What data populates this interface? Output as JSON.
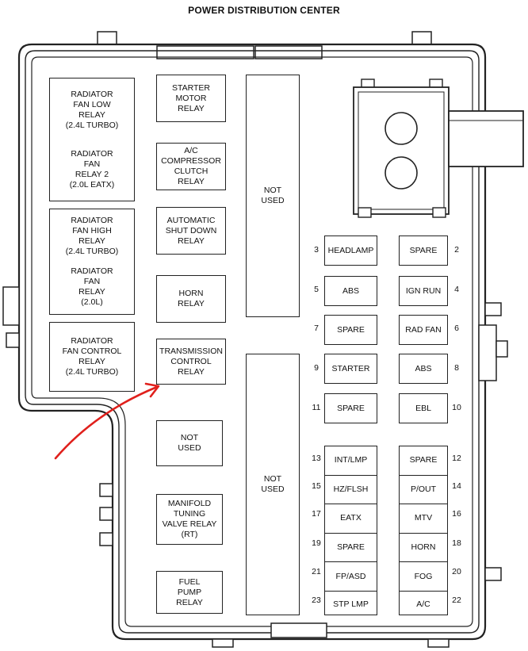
{
  "title": "POWER DISTRIBUTION CENTER",
  "relays_col1": [
    {
      "top": "RADIATOR\nFAN LOW\nRELAY\n(2.4L TURBO)",
      "bottom": "RADIATOR\nFAN\nRELAY 2\n(2.0L EATX)"
    },
    {
      "top": "RADIATOR\nFAN HIGH\nRELAY\n(2.4L TURBO)",
      "bottom": "RADIATOR\nFAN\nRELAY\n(2.0L)"
    },
    {
      "single": "RADIATOR\nFAN CONTROL\nRELAY\n(2.4L TURBO)"
    }
  ],
  "relays_col2": [
    "STARTER\nMOTOR\nRELAY",
    "A/C\nCOMPRESSOR\nCLUTCH\nRELAY",
    "AUTOMATIC\nSHUT DOWN\nRELAY",
    "HORN\nRELAY",
    "TRANSMISSION\nCONTROL\nRELAY",
    "NOT\nUSED",
    "MANIFOLD\nTUNING\nVALVE RELAY\n(RT)",
    "FUEL\nPUMP\nRELAY"
  ],
  "not_used_large": [
    "NOT\nUSED",
    "NOT\nUSED"
  ],
  "fuses_left": [
    {
      "num": "3",
      "label": "HEADLAMP"
    },
    {
      "num": "5",
      "label": "ABS"
    },
    {
      "num": "7",
      "label": "SPARE"
    },
    {
      "num": "9",
      "label": "STARTER"
    },
    {
      "num": "11",
      "label": "SPARE"
    }
  ],
  "fuses_right": [
    {
      "num": "2",
      "label": "SPARE"
    },
    {
      "num": "4",
      "label": "IGN RUN"
    },
    {
      "num": "6",
      "label": "RAD FAN"
    },
    {
      "num": "8",
      "label": "ABS"
    },
    {
      "num": "10",
      "label": "EBL"
    }
  ],
  "minifuses_left": [
    {
      "num": "13",
      "label": "INT/LMP"
    },
    {
      "num": "15",
      "label": "HZ/FLSH"
    },
    {
      "num": "17",
      "label": "EATX"
    },
    {
      "num": "19",
      "label": "SPARE"
    },
    {
      "num": "21",
      "label": "FP/ASD"
    },
    {
      "num": "23",
      "label": "STP LMP"
    }
  ],
  "minifuses_right": [
    {
      "num": "12",
      "label": "SPARE"
    },
    {
      "num": "14",
      "label": "P/OUT"
    },
    {
      "num": "16",
      "label": "MTV"
    },
    {
      "num": "18",
      "label": "HORN"
    },
    {
      "num": "20",
      "label": "FOG"
    },
    {
      "num": "22",
      "label": "A/C"
    }
  ],
  "colors": {
    "line": "#222222",
    "arrow": "#e0201c"
  }
}
